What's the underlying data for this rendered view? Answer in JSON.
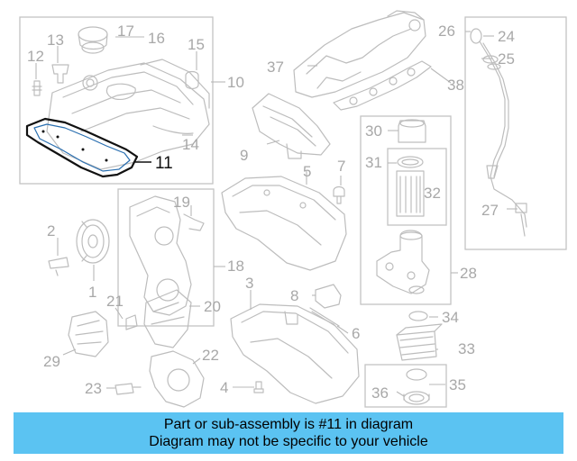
{
  "callouts": {
    "n1": "1",
    "n2": "2",
    "n3": "3",
    "n4": "4",
    "n5": "5",
    "n6": "6",
    "n7": "7",
    "n8": "8",
    "n9": "9",
    "n10": "10",
    "n11": "11",
    "n12": "12",
    "n13": "13",
    "n14": "14",
    "n15": "15",
    "n16": "16",
    "n17": "17",
    "n18": "18",
    "n19": "19",
    "n20": "20",
    "n21": "21",
    "n22": "22",
    "n23": "23",
    "n24": "24",
    "n25": "25",
    "n26": "26",
    "n27": "27",
    "n28": "28",
    "n29": "29",
    "n30": "30",
    "n31": "31",
    "n32": "32",
    "n33": "33",
    "n34": "34",
    "n35": "35",
    "n36": "36",
    "n37": "37",
    "n38": "38"
  },
  "highlighted_part": "11",
  "banner": {
    "line1": "Part or sub-assembly is #11 in diagram",
    "line2": "Diagram may not be specific to your vehicle"
  },
  "colors": {
    "banner_bg": "#5bc3f2",
    "highlight": "#111111",
    "line_art": "#bdbdbd"
  }
}
